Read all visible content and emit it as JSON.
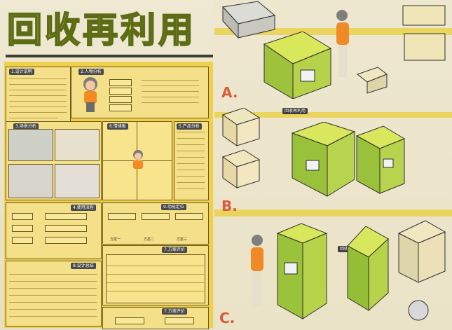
{
  "title": "回收再利用",
  "labels": {
    "a": "A.",
    "b": "B.",
    "c": "C."
  },
  "left": {
    "section_1": "1.设计说明",
    "section_2": "2.人物分析",
    "section_3": "3.场景分析",
    "section_4": "4.使用流程",
    "section_5": "5.产品分析",
    "section_6": "6.情绪板",
    "section_7": "7.方案评价",
    "section_8": "8.设计总结",
    "section_9": "9.功能定位",
    "method_1": "方案一",
    "method_2": "方案二",
    "method_3": "方案三"
  },
  "right": {
    "tag_1": "回收再利用",
    "tag_2": "回收再利用"
  }
}
